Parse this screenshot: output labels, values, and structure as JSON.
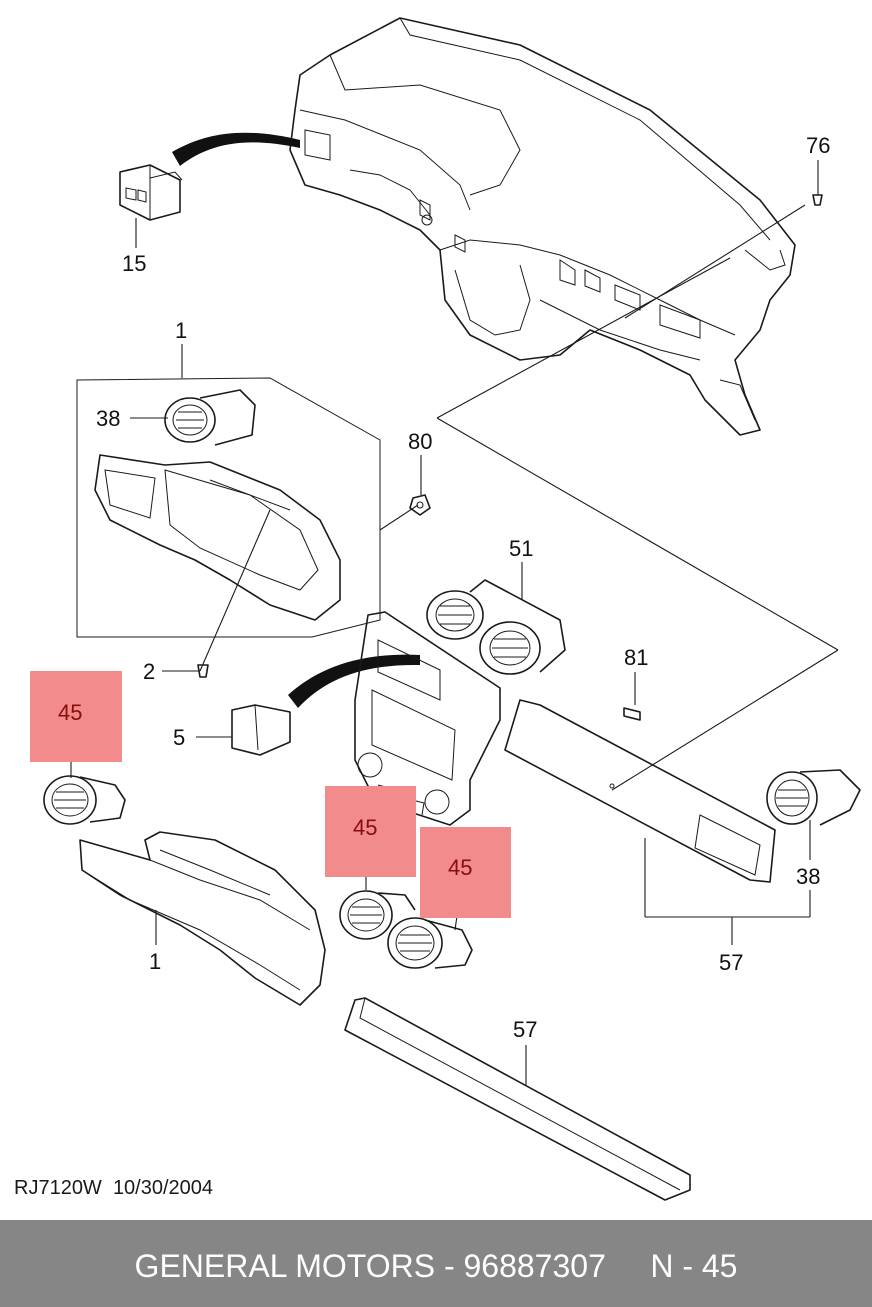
{
  "callouts": {
    "p76": "76",
    "p15": "15",
    "p1_top": "1",
    "p38_top": "38",
    "p80": "80",
    "p51": "51",
    "p81": "81",
    "p2": "2",
    "p5": "5",
    "p45_left": "45",
    "p45_mid": "45",
    "p45_right": "45",
    "p38_right": "38",
    "p1_bottom": "1",
    "p57_right": "57",
    "p57_bottom": "57"
  },
  "highlight_color": "#f28b8b",
  "drawing_code": {
    "id": "RJ7120W",
    "date": "10/30/2004"
  },
  "footer": {
    "text": "GENERAL MOTORS - 96887307     N - 45",
    "background": "#868686"
  }
}
